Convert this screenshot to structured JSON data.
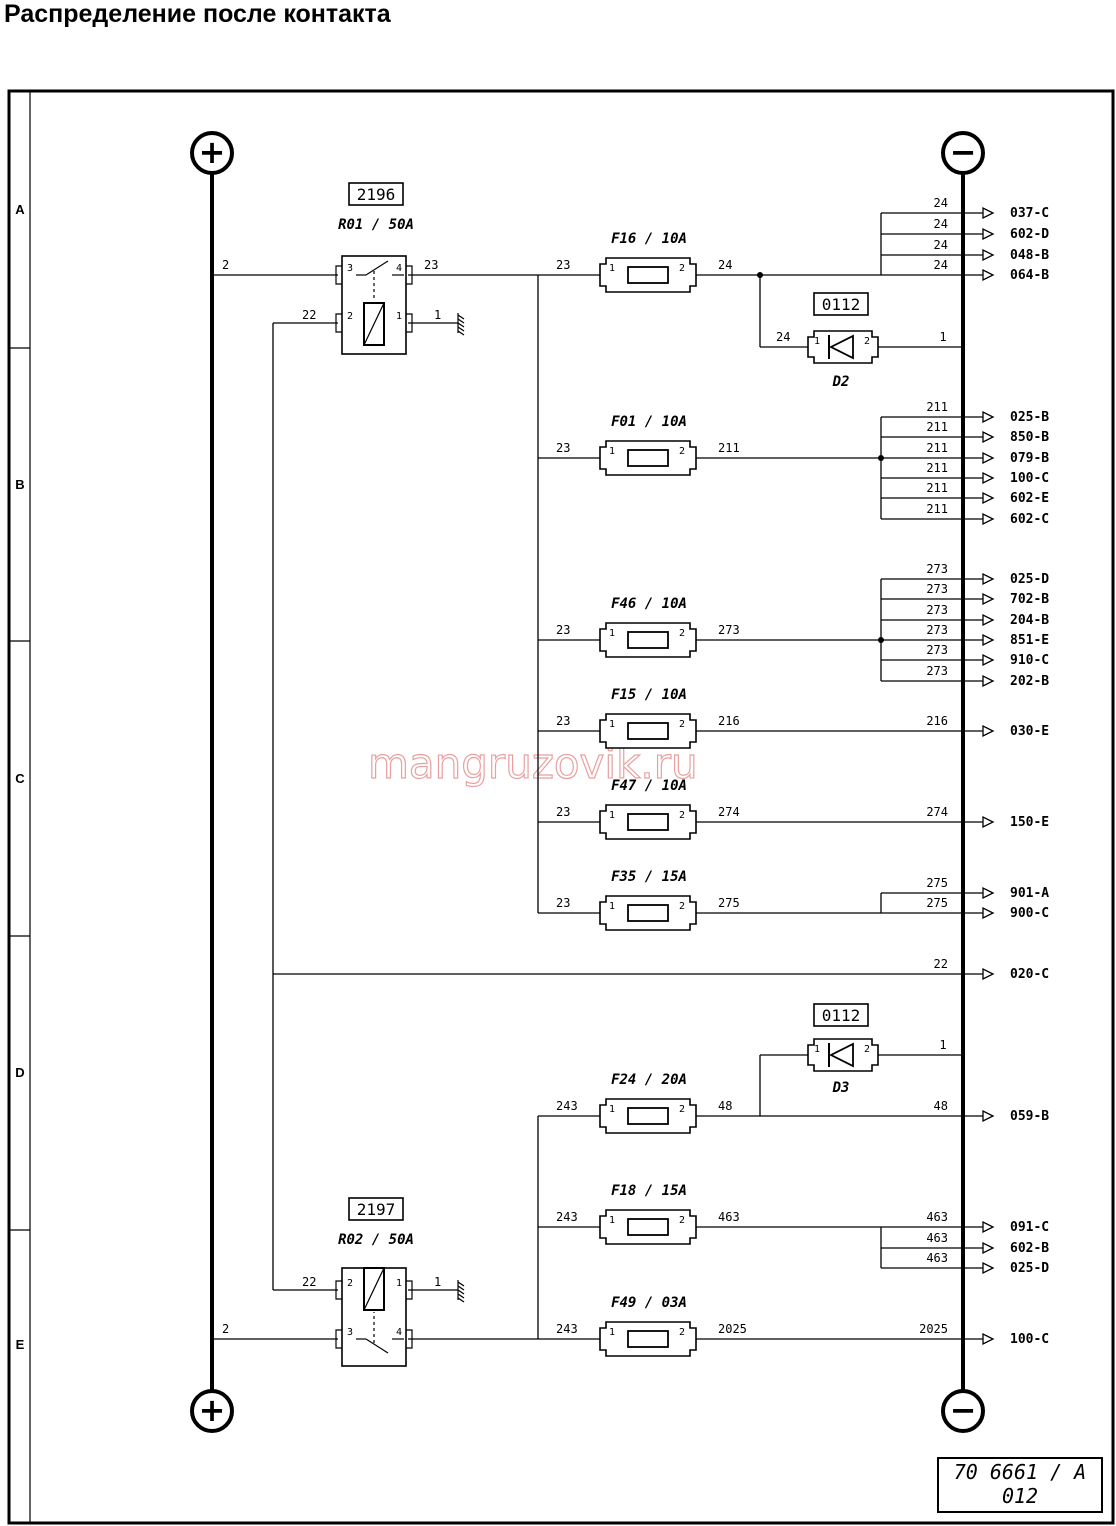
{
  "title": "Распределение после контакта",
  "watermark": "mangruzovik.ru",
  "stamp": {
    "line1": "70 6661 / A",
    "line2": "012"
  },
  "rows": [
    "A",
    "B",
    "C",
    "D",
    "E"
  ],
  "bus": {
    "positive_symbol": "+",
    "negative_symbol": "−"
  },
  "relays": [
    {
      "code": "2196",
      "name": "R01 / 50A",
      "wire_in": "2",
      "wire_out": "23",
      "coil_wire": "22",
      "ground_wire": "1",
      "pins": [
        "3",
        "4",
        "2",
        "1"
      ]
    },
    {
      "code": "2197",
      "name": "R02 / 50A",
      "wire_in": "2",
      "wire_out": "",
      "coil_wire": "22",
      "ground_wire": "1",
      "pins": [
        "2",
        "1",
        "3",
        "4"
      ]
    }
  ],
  "fuses": [
    {
      "name": "F16 / 10A",
      "in": "23",
      "out": "24"
    },
    {
      "name": "F01 / 10A",
      "in": "23",
      "out": "211"
    },
    {
      "name": "F46 / 10A",
      "in": "23",
      "out": "273"
    },
    {
      "name": "F15 / 10A",
      "in": "23",
      "out": "216"
    },
    {
      "name": "F47 / 10A",
      "in": "23",
      "out": "274"
    },
    {
      "name": "F35 / 15A",
      "in": "23",
      "out": "275"
    },
    {
      "name": "F24 / 20A",
      "in": "243",
      "out": "48"
    },
    {
      "name": "F18 / 15A",
      "in": "243",
      "out": "463"
    },
    {
      "name": "F49 / 03A",
      "in": "243",
      "out": "2025"
    }
  ],
  "diodes": [
    {
      "code": "0112",
      "name": "D2",
      "wire_in": "24",
      "wire_out": "1"
    },
    {
      "code": "0112",
      "name": "D3",
      "wire_out": "1"
    }
  ],
  "connectors": [
    {
      "wire": "24",
      "dest": "037-C"
    },
    {
      "wire": "24",
      "dest": "602-D"
    },
    {
      "wire": "24",
      "dest": "048-B"
    },
    {
      "wire": "24",
      "dest": "064-B"
    },
    {
      "wire": "211",
      "dest": "025-B"
    },
    {
      "wire": "211",
      "dest": "850-B"
    },
    {
      "wire": "211",
      "dest": "079-B"
    },
    {
      "wire": "211",
      "dest": "100-C"
    },
    {
      "wire": "211",
      "dest": "602-E"
    },
    {
      "wire": "211",
      "dest": "602-C"
    },
    {
      "wire": "273",
      "dest": "025-D"
    },
    {
      "wire": "273",
      "dest": "702-B"
    },
    {
      "wire": "273",
      "dest": "204-B"
    },
    {
      "wire": "273",
      "dest": "851-E"
    },
    {
      "wire": "273",
      "dest": "910-C"
    },
    {
      "wire": "273",
      "dest": "202-B"
    },
    {
      "wire": "216",
      "dest": "030-E"
    },
    {
      "wire": "274",
      "dest": "150-E"
    },
    {
      "wire": "275",
      "dest": "901-A"
    },
    {
      "wire": "275",
      "dest": "900-C"
    },
    {
      "wire": "22",
      "dest": "020-C"
    },
    {
      "wire": "48",
      "dest": "059-B"
    },
    {
      "wire": "463",
      "dest": "091-C"
    },
    {
      "wire": "463",
      "dest": "602-B"
    },
    {
      "wire": "463",
      "dest": "025-D"
    },
    {
      "wire": "2025",
      "dest": "100-C"
    }
  ]
}
